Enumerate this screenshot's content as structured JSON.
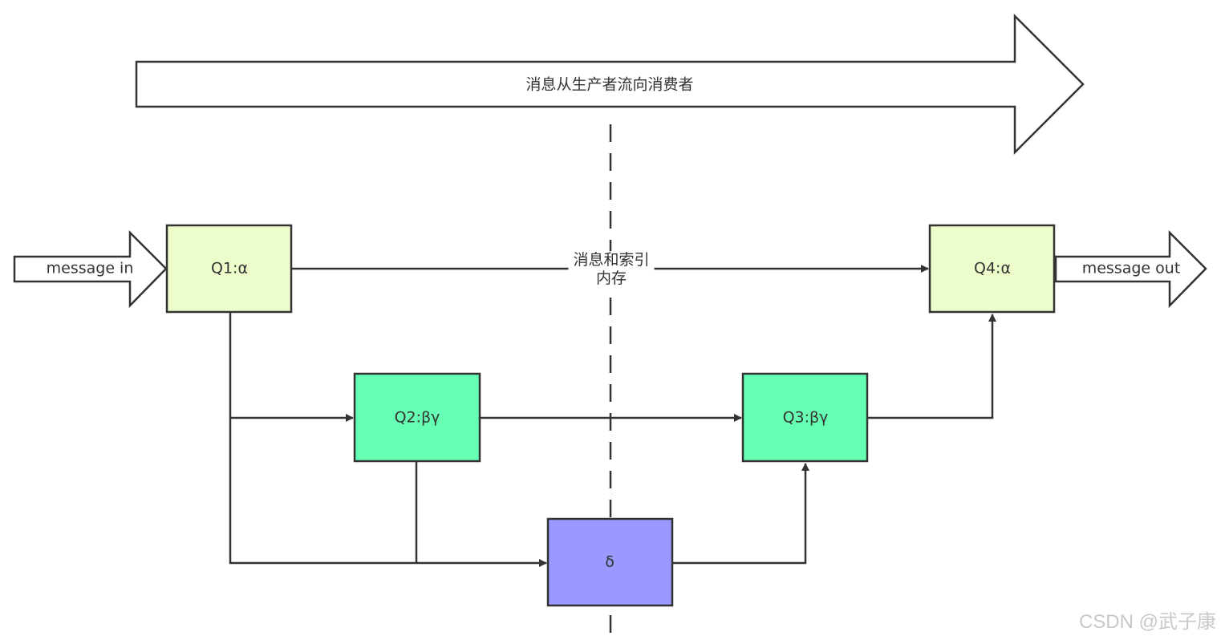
{
  "flow": {
    "label": "消息从生产者流向消费者"
  },
  "memory": {
    "line1": "消息和索引",
    "line2": "内存"
  },
  "arrows": {
    "in_label": "message in",
    "out_label": "message out"
  },
  "boxes": {
    "q1": {
      "label": "Q1:α",
      "fill": "#ecfccb"
    },
    "q2": {
      "label": "Q2:βγ",
      "fill": "#66ffb3"
    },
    "q3": {
      "label": "Q3:βγ",
      "fill": "#66ffb3"
    },
    "q4": {
      "label": "Q4:α",
      "fill": "#ecfccb"
    },
    "delta": {
      "label": "δ",
      "fill": "#9999ff"
    }
  },
  "watermark": "CSDN @武子康"
}
